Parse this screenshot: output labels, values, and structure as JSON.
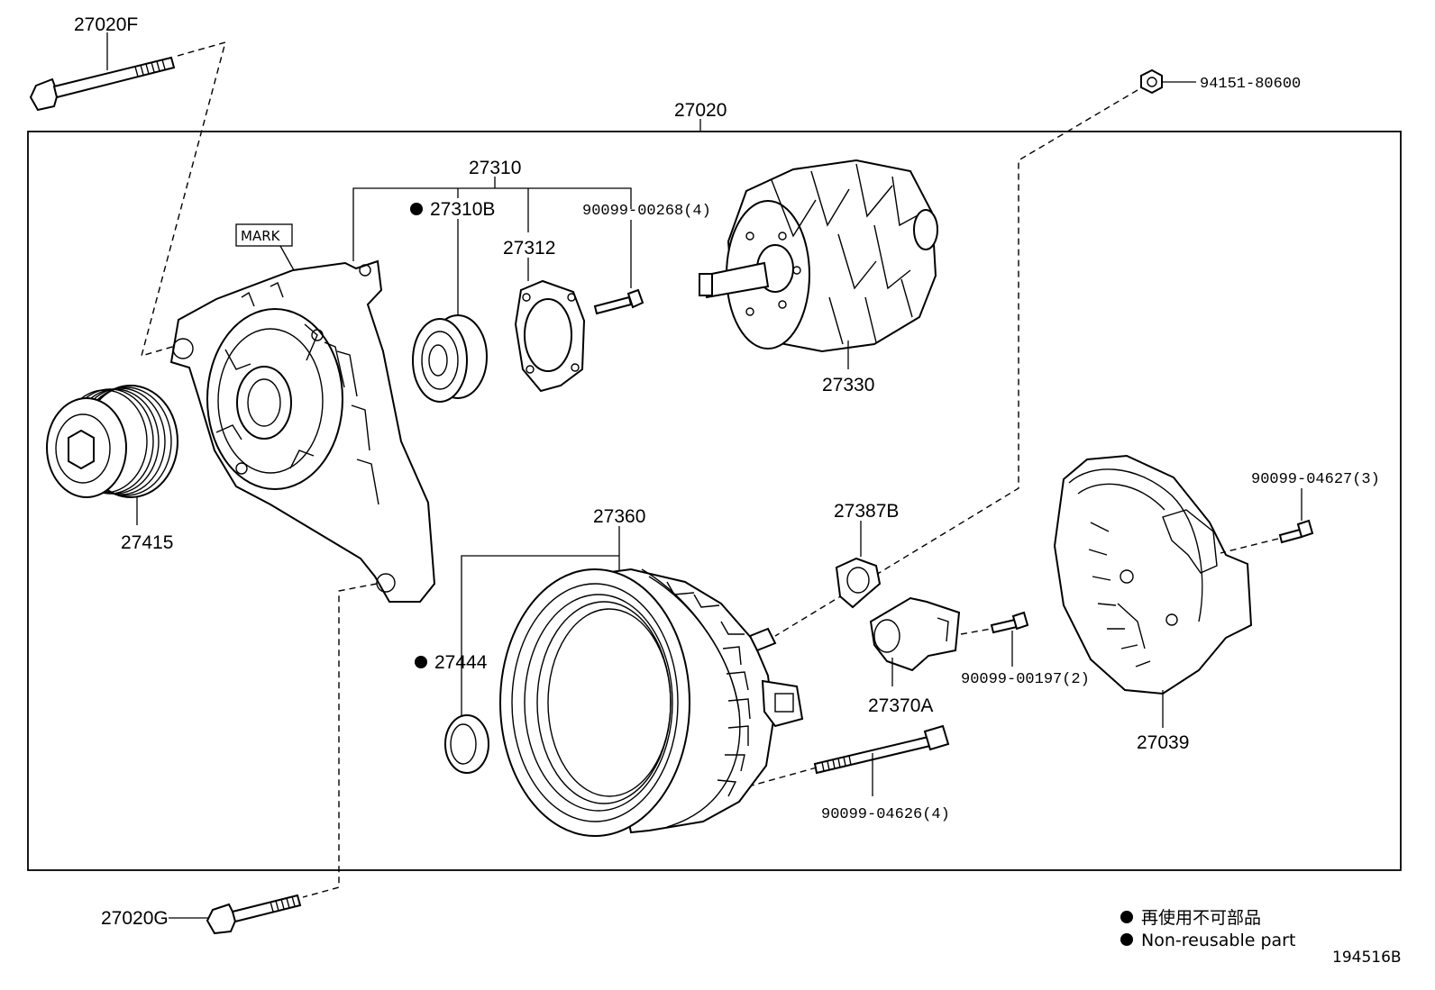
{
  "diagram": {
    "assembly_label": "27020",
    "mark_label": "MARK",
    "callouts": {
      "bolt_top": "27020F",
      "bolt_bottom": "27020G",
      "nut": "94151-80600",
      "pulley": "27415",
      "bearing_kit": "27310",
      "bearing": "27310B",
      "retainer": "27312",
      "screw_retainer": "90099-00268(4)",
      "rotor": "27330",
      "stator": "27360",
      "seal": "27444",
      "terminal_insulator": "27387B",
      "brush_holder": "27370A",
      "screw_brush": "90099-00197(2)",
      "through_bolt": "90099-04626(4)",
      "rear_cover": "27039",
      "screw_cover": "90099-04627(3)"
    },
    "non_reusable_marked": [
      "27310B",
      "27444"
    ],
    "legend": {
      "line_jp": "再使用不可部品",
      "line_en": "Non-reusable part"
    },
    "figure_id": "194516B"
  }
}
